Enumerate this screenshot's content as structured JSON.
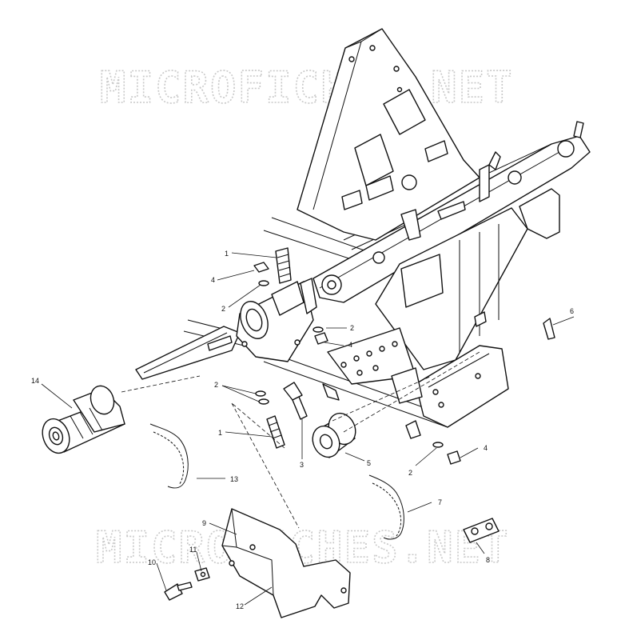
{
  "watermark": {
    "top": "MICROFICHES.NET",
    "bottom": "MICROFICHES.NET"
  },
  "callouts": [
    {
      "id": "c1a",
      "label": "1"
    },
    {
      "id": "c4a",
      "label": "4"
    },
    {
      "id": "c2a",
      "label": "2"
    },
    {
      "id": "c2b",
      "label": "2"
    },
    {
      "id": "c4b",
      "label": "4"
    },
    {
      "id": "c6",
      "label": "6"
    },
    {
      "id": "c14",
      "label": "14"
    },
    {
      "id": "c2c",
      "label": "2"
    },
    {
      "id": "c1b",
      "label": "1"
    },
    {
      "id": "c3",
      "label": "3"
    },
    {
      "id": "c5",
      "label": "5"
    },
    {
      "id": "c2d",
      "label": "2"
    },
    {
      "id": "c4c",
      "label": "4"
    },
    {
      "id": "c13",
      "label": "13"
    },
    {
      "id": "c7",
      "label": "7"
    },
    {
      "id": "c9",
      "label": "9"
    },
    {
      "id": "c8",
      "label": "8"
    },
    {
      "id": "c11",
      "label": "11"
    },
    {
      "id": "c10",
      "label": "10"
    },
    {
      "id": "c12",
      "label": "12"
    }
  ]
}
